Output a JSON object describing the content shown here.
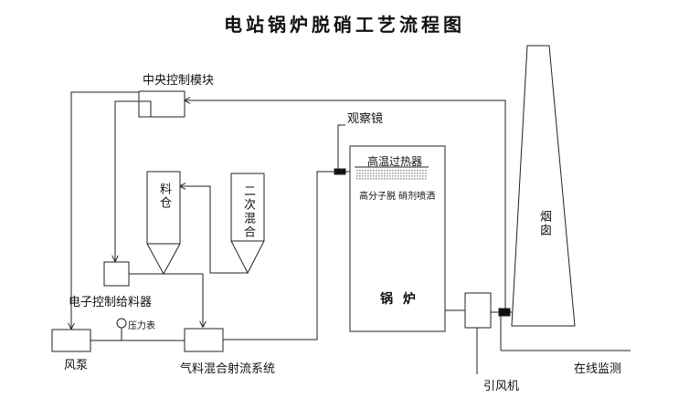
{
  "title": "电站锅炉脱硝工艺流程图",
  "labels": {
    "central_control": "中央控制模块",
    "observation_mirror": "观察镜",
    "superheater": "高温过热器",
    "nozzle": "高分子脱 硝剂喷洒",
    "material_bin": "料仓",
    "secondary_mix": "二次混合",
    "feeder": "电子控制给料器",
    "pressure_gauge": "压力表",
    "fan_pump": "风泵",
    "jet_system": "气料混合射流系统",
    "boiler": "锅 炉",
    "chimney": "烟囱",
    "induced_fan": "引风机",
    "online_monitor": "在线监测"
  },
  "colors": {
    "line": "#222222",
    "fill": "#ffffff",
    "grating": "#999999"
  }
}
